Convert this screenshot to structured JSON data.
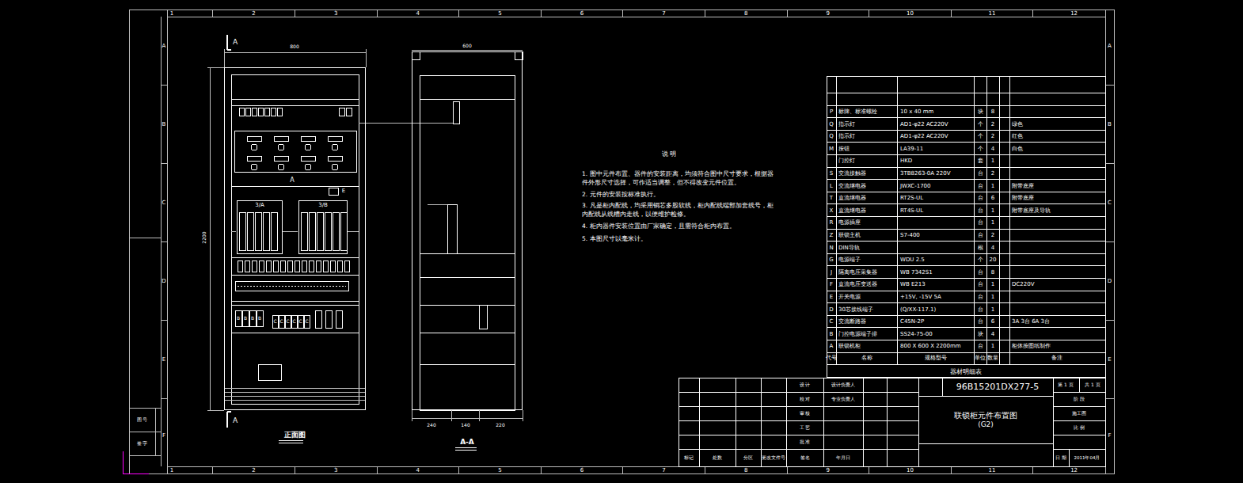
{
  "diagram": {
    "nodes": [
      {
        "text": [
          "正面图"
        ]
      },
      {
        "text": [
          "3/A"
        ],
        "in": 0
      },
      {
        "text": [
          "3/B"
        ],
        "in": 0
      },
      {
        "text": [
          "A-A"
        ]
      },
      {
        "text": [
          "96B15201DX277-5"
        ]
      },
      {
        "text": [
          "联锁柜元件布置图",
          "(G2)"
        ]
      }
    ],
    "labels": [
      "1",
      "2",
      "3",
      "4",
      "5",
      "6",
      "7",
      "8",
      "9",
      "10",
      "11",
      "12",
      "1",
      "2",
      "3",
      "4",
      "5",
      "6",
      "7",
      "8",
      "9",
      "10",
      "11",
      "12",
      "A",
      "B",
      "C",
      "D",
      "E",
      "F",
      "A",
      "B",
      "C",
      "D",
      "E",
      "F",
      "P",
      "标牌、标准螺栓",
      "10 x 40 mm",
      "块",
      "8",
      "Q",
      "指示灯",
      "AD1-φ22 AC220V",
      "个",
      "2",
      "绿色",
      "Q",
      "指示灯",
      "AD1-φ22 AC220V",
      "个",
      "2",
      "红色",
      "M",
      "按钮",
      "LA39-11",
      "个",
      "4",
      "白色",
      "门控灯",
      "HKD",
      "套",
      "1",
      "S",
      "交流接触器",
      "3TB8263-0A 220V",
      "台",
      "2",
      "L",
      "交流继电器",
      "JWXC-1700",
      "台",
      "1",
      "附带底座",
      "T",
      "直流继电器",
      "RT2S-UL",
      "台",
      "6",
      "附带底座",
      "X",
      "直流继电器",
      "RT4S-UL",
      "台",
      "1",
      "附带底座及导轨",
      "R",
      "电源插座",
      "台",
      "1",
      "Z",
      "联锁主机",
      "S7-400",
      "台",
      "2",
      "N",
      "DIN导轨",
      "根",
      "4",
      "G",
      "电源端子",
      "WDU 2.5",
      "个",
      "20",
      "J",
      "隔离电压采集器",
      "WB 7342S1",
      "台",
      "8",
      "F",
      "直流电压变送器",
      "WB E213",
      "台",
      "1",
      "DC220V",
      "E",
      "开关电源",
      "+15V, -15V 5A",
      "台",
      "1",
      "D",
      "30芯接线端子",
      "(Q/XX-117.1)",
      "台",
      "1",
      "C",
      "交流断路器",
      "C45N-2P",
      "台",
      "6",
      "3A 3台 6A 3台",
      "B",
      "门控电源端子排",
      "SS24-75-00",
      "块",
      "4",
      "A",
      "联锁机柜",
      "800 X 600 X 2200mm",
      "台",
      "1",
      "柜体按图纸制作",
      "代号",
      "名称",
      "规格型号",
      "单位",
      "数量",
      "备注",
      "器材明细表",
      "说 明",
      "1. 图中元件布置、器件的安装距离，均须符合图中尺寸要求，根据器件外形尺寸选择，可作适当调整，但不得改变元件位置。",
      "2. 元件的安装按标准执行。",
      "3. 凡是柜内配线，均采用铜芯多股软线，柜内配线端部加套线号，柜内配线从线槽内走线，以便维护检修。",
      "4. 柜内器件安装位置由厂家确定，且需符合柜内布置。",
      "5. 本图尺寸以毫米计。",
      "800",
      "2200",
      "A",
      "A",
      "A",
      "E",
      "B",
      "B",
      "B",
      "B",
      "C",
      "C",
      "C",
      "C",
      "C",
      "C",
      "600",
      "240",
      "140",
      "220",
      "图 号",
      "签 字",
      "标记",
      "处数",
      "分区",
      "更改文件号",
      "签名",
      "年月日",
      "设 计",
      "校 对",
      "审 核",
      "工 艺",
      "批 准",
      "设计负责人",
      "专业负责人",
      "第 1 页",
      "共 1 页",
      "阶 段",
      "施工图",
      "比 例",
      "日 期",
      "2011年04月"
    ]
  }
}
